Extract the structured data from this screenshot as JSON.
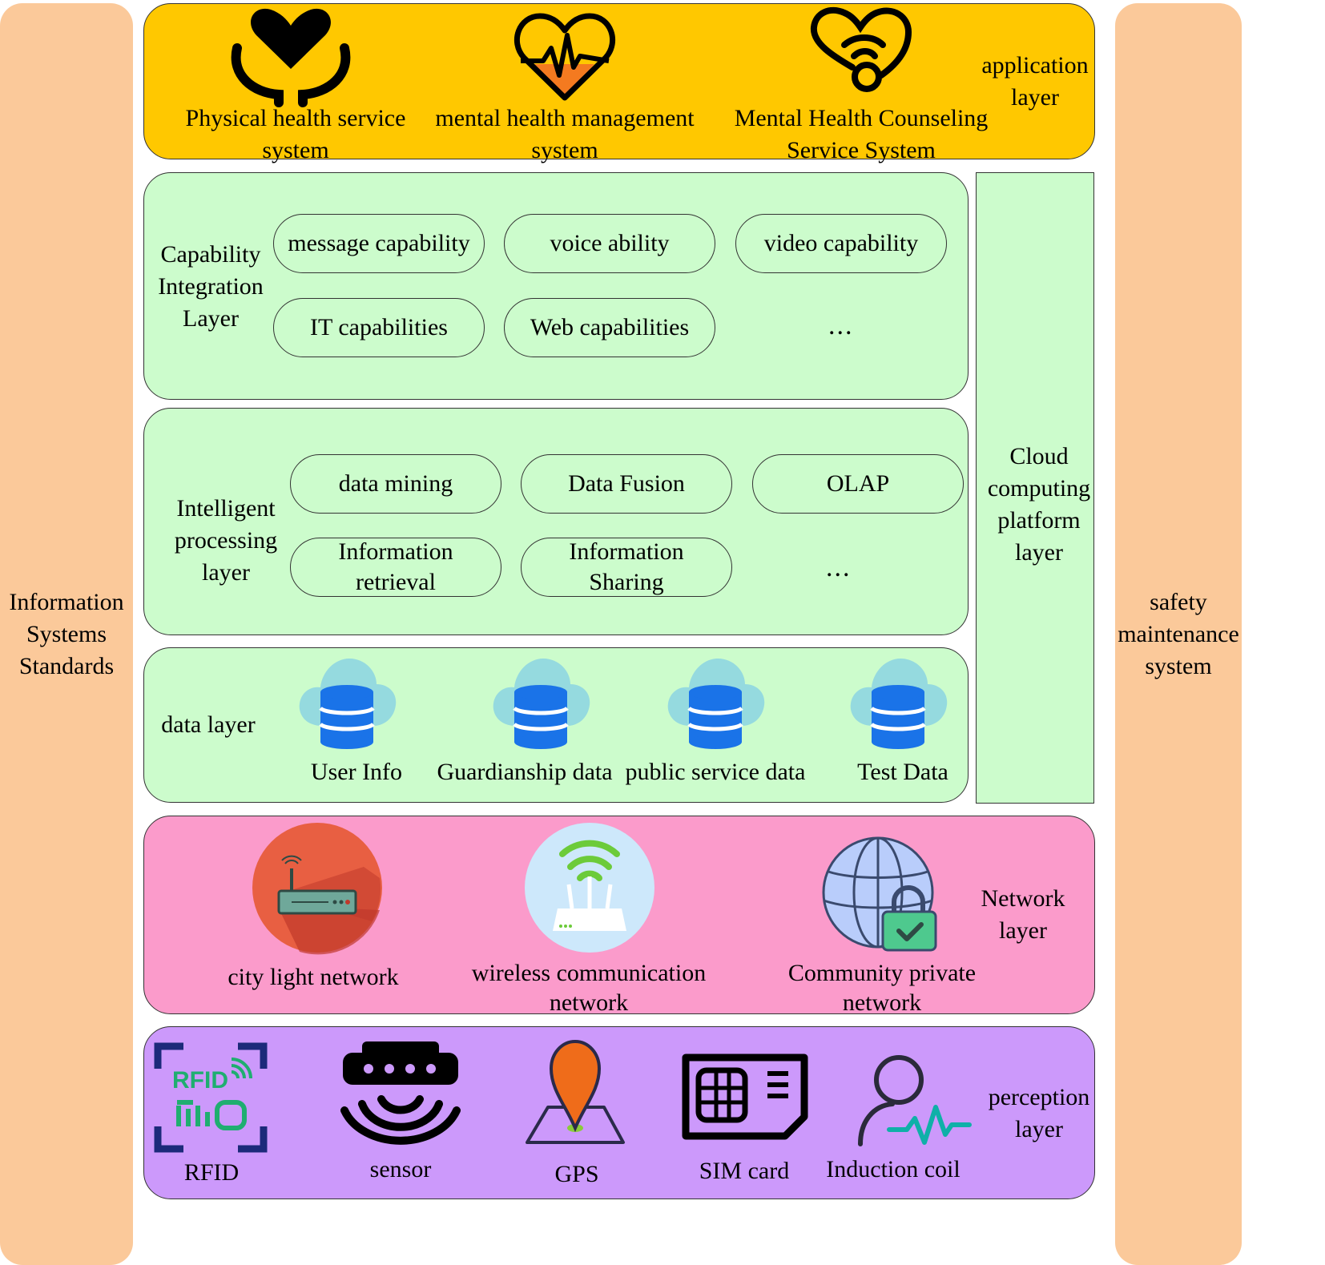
{
  "left_bar": {
    "label": "Information\nSystems\nStandards"
  },
  "right_bar": {
    "label": "safety\nmaintenance\nsystem"
  },
  "application_layer": {
    "label": "application\nlayer",
    "items": [
      {
        "label": "Physical health service\nsystem",
        "icon": "hands-heart-icon"
      },
      {
        "label": "mental health management\nsystem",
        "icon": "heartbeat-icon"
      },
      {
        "label": "Mental Health Counseling\nService System",
        "icon": "stethoscope-heart-icon"
      }
    ]
  },
  "capability_layer": {
    "label": "Capability\nIntegration\nLayer",
    "items": [
      "message capability",
      "voice ability",
      "video capability",
      "IT capabilities",
      "Web capabilities"
    ],
    "more": "..."
  },
  "processing_layer": {
    "label": "Intelligent\nprocessing\nlayer",
    "items": [
      "data mining",
      "Data Fusion",
      "OLAP",
      "Information\nretrieval",
      "Information\nSharing"
    ],
    "more": "..."
  },
  "data_layer": {
    "label": "data layer",
    "items": [
      "User Info",
      "Guardianship data",
      "public service data",
      "Test Data"
    ],
    "icon": "cloud-database-icon"
  },
  "cloud_layer": {
    "label": "Cloud\ncomputing\nplatform\nlayer"
  },
  "network_layer": {
    "label": "Network\nlayer",
    "items": [
      {
        "label": "city light network",
        "icon": "router-icon"
      },
      {
        "label": "wireless communication\nnetwork",
        "icon": "wifi-router-icon"
      },
      {
        "label": "Community private\nnetwork",
        "icon": "globe-lock-icon"
      }
    ]
  },
  "perception_layer": {
    "label": "perception\nlayer",
    "items": [
      {
        "label": "RFID",
        "icon": "rfid-icon",
        "icon_text": "RFID"
      },
      {
        "label": "sensor",
        "icon": "sensor-icon"
      },
      {
        "label": "GPS",
        "icon": "map-pin-icon"
      },
      {
        "label": "SIM card",
        "icon": "sim-card-icon"
      },
      {
        "label": "Induction coil",
        "icon": "person-pulse-icon"
      }
    ]
  },
  "colors": {
    "side_bars": "#fbc99a",
    "application": "#ffc800",
    "capability": "#ccfccc",
    "network": "#fb9bcb",
    "perception": "#cc99fb"
  }
}
